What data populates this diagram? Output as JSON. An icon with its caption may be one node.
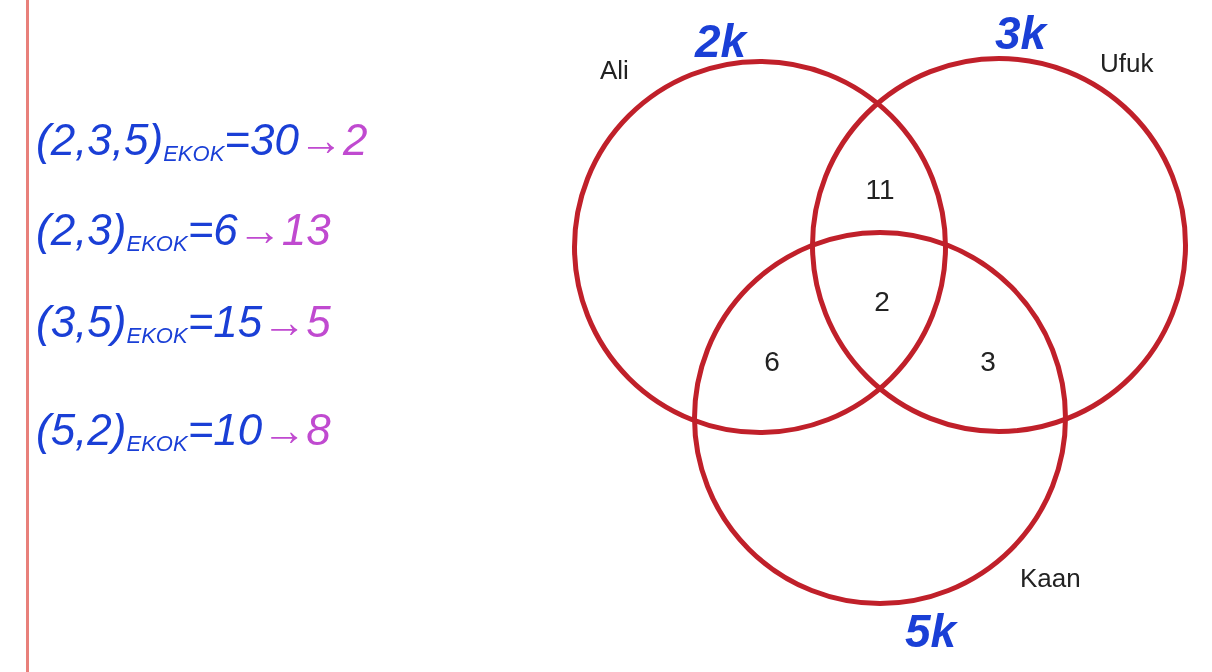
{
  "diagram": {
    "nodes": [
      {
        "text": [
          "Ali"
        ],
        "beside": [
          "2k"
        ]
      },
      {
        "text": [
          "Ufuk"
        ],
        "beside": [
          "3k"
        ]
      },
      {
        "text": [
          "Kaan"
        ],
        "beside": [
          "5k"
        ]
      }
    ],
    "labels": [
      "(2,3,5)$_{EKOK}$=30",
      "→2",
      "(2,3)$_{EKOK}$=6",
      "→13",
      "(3,5)$_{EKOK}$=15",
      "→5",
      "(5,2)$_{EKOK}$=10",
      "→8",
      "11",
      "2",
      "6",
      "3"
    ]
  }
}
